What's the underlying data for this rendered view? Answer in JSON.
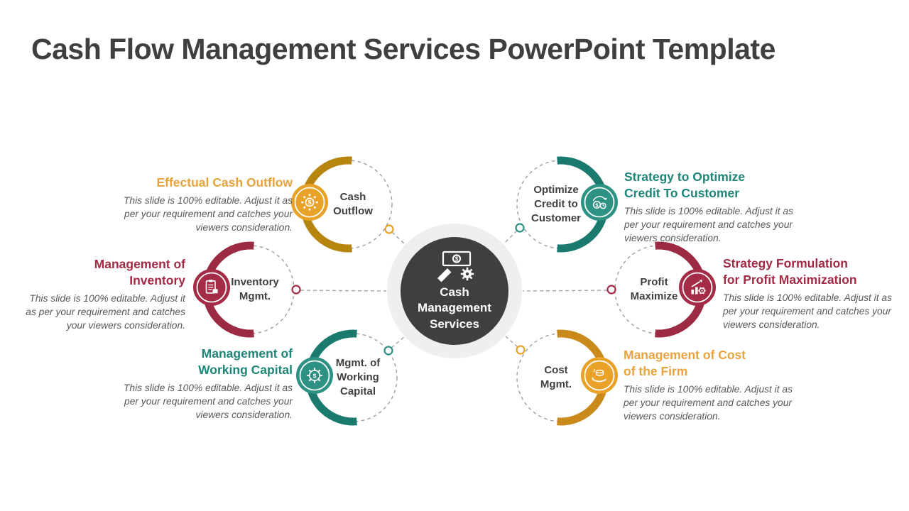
{
  "slide": {
    "title": "Cash Flow Management Services PowerPoint Template"
  },
  "hub": {
    "label_lines": [
      "Cash",
      "Management",
      "Services"
    ],
    "icon": "cash-management-icon",
    "bg_color": "#3f3f3f",
    "ring_color": "#efefef"
  },
  "editable_note": "This slide is 100% editable. Adjust it as per your requirement and catches your viewers consideration.",
  "nodes": [
    {
      "id": "cash-outflow",
      "position": "top-left",
      "icon": "cash-outflow-icon",
      "arc_color": "#b5850d",
      "badge_color": "#e8a227",
      "heading_color": "#e8a33d",
      "label_lines": [
        "Cash",
        "Outflow"
      ],
      "heading_lines": [
        "Effectual Cash Outflow"
      ]
    },
    {
      "id": "inventory-management",
      "position": "middle-left",
      "icon": "inventory-icon",
      "arc_color": "#9c2a43",
      "badge_color": "#a52c46",
      "heading_color": "#a22a44",
      "label_lines": [
        "Inventory",
        "Mgmt."
      ],
      "heading_lines": [
        "Management of",
        "Inventory"
      ]
    },
    {
      "id": "working-capital-management",
      "position": "bottom-left",
      "icon": "working-capital-icon",
      "arc_color": "#1b7a6e",
      "badge_color": "#2d9184",
      "heading_color": "#1e8578",
      "label_lines": [
        "Mgmt. of",
        "Working",
        "Capital"
      ],
      "heading_lines": [
        "Management of",
        "Working Capital"
      ]
    },
    {
      "id": "optimize-credit-to-customer",
      "position": "top-right",
      "icon": "credit-customer-icon",
      "arc_color": "#1b7a6e",
      "badge_color": "#2d9184",
      "heading_color": "#1e8578",
      "label_lines": [
        "Optimize",
        "Credit to",
        "Customer"
      ],
      "heading_lines": [
        "Strategy to Optimize",
        "Credit To Customer"
      ]
    },
    {
      "id": "profit-maximize",
      "position": "middle-right",
      "icon": "profit-maximize-icon",
      "arc_color": "#9c2a43",
      "badge_color": "#a52c46",
      "heading_color": "#a22a44",
      "label_lines": [
        "Profit",
        "Maximize"
      ],
      "heading_lines": [
        "Strategy Formulation",
        "for Profit Maximization"
      ]
    },
    {
      "id": "cost-management",
      "position": "bottom-right",
      "icon": "cost-management-icon",
      "arc_color": "#c9891b",
      "badge_color": "#e8a227",
      "heading_color": "#e8a33d",
      "label_lines": [
        "Cost",
        "Mgmt."
      ],
      "heading_lines": [
        "Management of Cost",
        "of the Firm"
      ]
    }
  ],
  "colors": {
    "title_text": "#3f3f3f",
    "body_text": "#595959",
    "label_text": "#404040",
    "dashed_line": "#a3a3a3",
    "hub_dark": "#3f3f3f",
    "hub_ring": "#efefef"
  }
}
